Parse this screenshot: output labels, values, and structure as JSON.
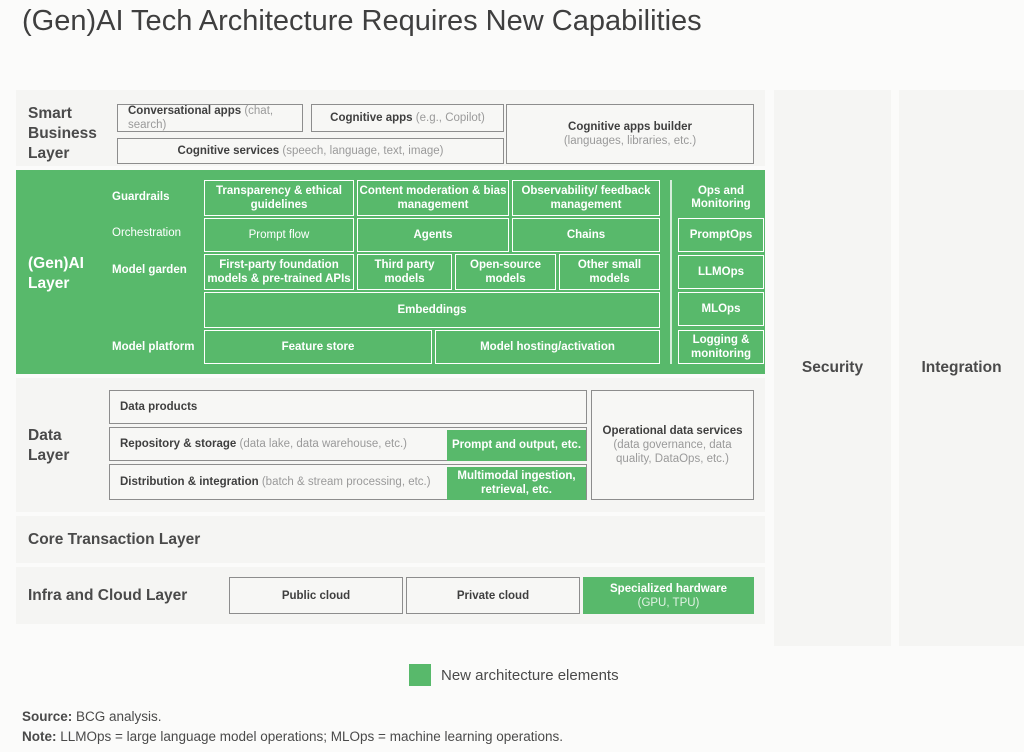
{
  "title": "(Gen)AI Tech Architecture Requires New Capabilities",
  "colors": {
    "accent_green": "#58b96b",
    "band_bg": "#f5f5f3",
    "page_bg": "#fbfbfa",
    "box_border": "#8d8d8d",
    "text": "#4a4a4a",
    "muted_text": "#9a9a9a"
  },
  "layers": {
    "smart_business": {
      "label": "Smart\nBusiness\nLayer",
      "label_lines": [
        "Smart",
        "Business",
        "Layer"
      ],
      "boxes": {
        "conversational_apps": {
          "title": "Conversational apps",
          "sub": "(chat, search)"
        },
        "cognitive_apps": {
          "title": "Cognitive apps",
          "sub": "(e.g., Copilot)"
        },
        "cognitive_services": {
          "title": "Cognitive services",
          "sub": "(speech, language, text, image)"
        },
        "cognitive_apps_builder": {
          "title": "Cognitive apps builder",
          "sub": "(languages, libraries, etc.)"
        }
      }
    },
    "genai": {
      "label_lines": [
        "(Gen)AI",
        "Layer"
      ],
      "rows": {
        "guardrails": {
          "label": "Guardrails",
          "items": [
            "Transparency &\nethical guidelines",
            "Content moderation &\nbias management",
            "Observability/\nfeedback management"
          ],
          "items_flat": [
            "Transparency & ethical guidelines",
            "Content moderation & bias management",
            "Observability/ feedback management"
          ]
        },
        "orchestration": {
          "label": "Orchestration",
          "items": [
            "Prompt flow",
            "Agents",
            "Chains"
          ]
        },
        "model_garden": {
          "label": "Model garden",
          "items": [
            "First-party foundation\nmodels & pre-trained APIs",
            "Third party\nmodels",
            "Open-source\nmodels",
            "Other small\nmodels"
          ],
          "embeddings": "Embeddings"
        },
        "model_platform": {
          "label": "Model platform",
          "items": [
            "Feature store",
            "Model hosting/activation"
          ]
        }
      },
      "ops": {
        "header": "Ops and\nMonitoring",
        "header_lines": [
          "Ops and",
          "Monitoring"
        ],
        "items": [
          "PromptOps",
          "LLMOps",
          "MLOps",
          "Logging &\nmonitoring"
        ],
        "items_flat": [
          "PromptOps",
          "LLMOps",
          "MLOps",
          "Logging & monitoring"
        ]
      }
    },
    "data": {
      "label_lines": [
        "Data",
        "Layer"
      ],
      "boxes": {
        "data_products": {
          "title": "Data products",
          "sub": ""
        },
        "repository_storage": {
          "title": "Repository & storage",
          "sub": "(data lake, data warehouse, etc.)"
        },
        "distribution_integration": {
          "title": "Distribution & integration",
          "sub": "(batch & stream processing, etc.)"
        },
        "operational_data_services": {
          "title": "Operational data services",
          "sub": "(data governance, data\nquality, DataOps, etc.)",
          "sub_lines": [
            "(data governance, data",
            "quality, DataOps, etc.)"
          ]
        }
      },
      "highlights": {
        "prompt_output": "Prompt and output, etc.",
        "multimodal": "Multimodal ingestion,\nretrieval, etc.",
        "multimodal_lines": [
          "Multimodal ingestion,",
          "retrieval, etc."
        ]
      }
    },
    "core_transaction": {
      "label": "Core Transaction Layer"
    },
    "infra_cloud": {
      "label": "Infra and Cloud Layer",
      "boxes": {
        "public_cloud": "Public cloud",
        "private_cloud": "Private cloud",
        "specialized_hardware": {
          "title": "Specialized hardware",
          "sub": "(GPU, TPU)"
        }
      }
    }
  },
  "side_columns": {
    "security": "Security",
    "integration": "Integration"
  },
  "legend": {
    "label": "New architecture elements",
    "color": "#58b96b"
  },
  "footer": {
    "source_label": "Source:",
    "source_text": " BCG analysis.",
    "note_label": "Note:",
    "note_text": " LLMOps = large language model operations; MLOps = machine learning operations."
  }
}
